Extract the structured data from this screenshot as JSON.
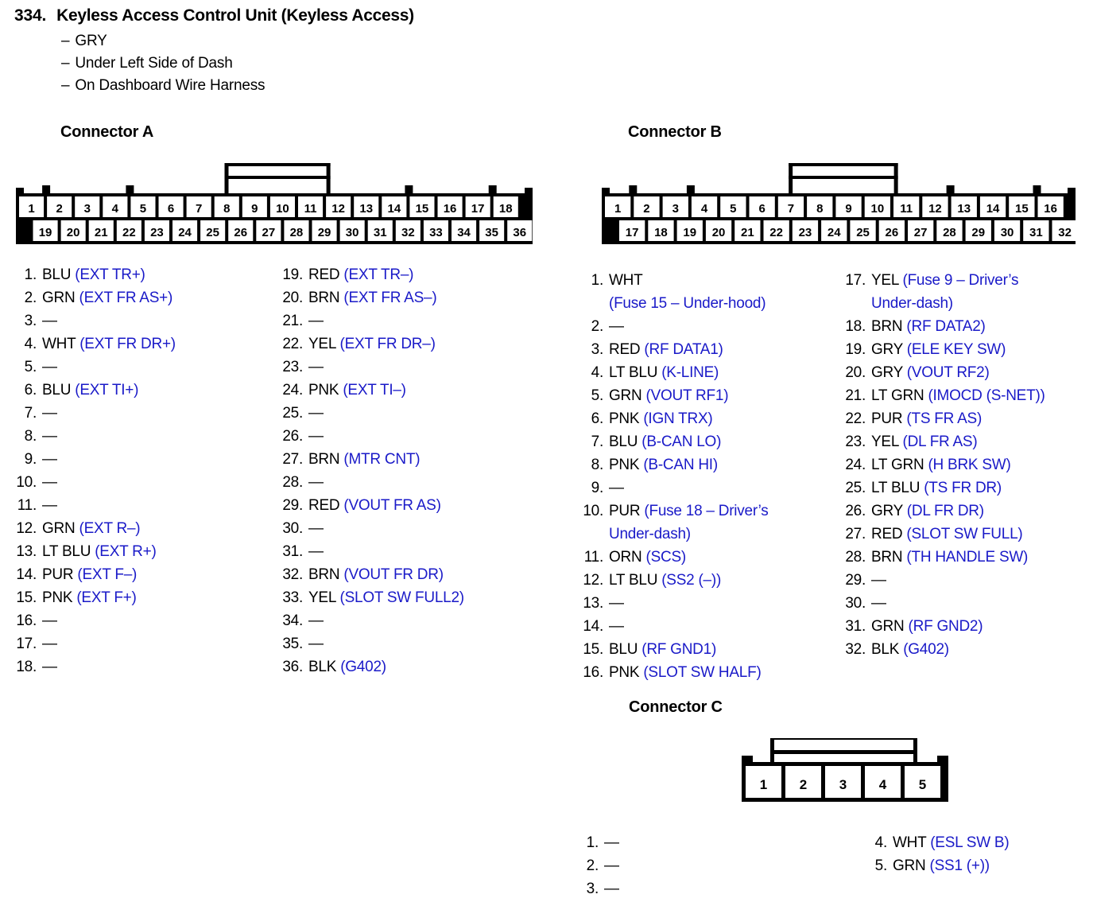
{
  "header": {
    "number": "334.",
    "title": "Keyless Access Control Unit (Keyless Access)",
    "bullets": [
      "GRY",
      "Under Left Side of Dash",
      "On Dashboard Wire Harness"
    ],
    "dash": "–"
  },
  "connectors": {
    "a": {
      "heading": "Connector A",
      "top_pins": [
        "1",
        "2",
        "3",
        "4",
        "5",
        "6",
        "7",
        "8",
        "9",
        "10",
        "11",
        "12",
        "13",
        "14",
        "15",
        "16",
        "17",
        "18"
      ],
      "bottom_pins": [
        "19",
        "20",
        "21",
        "22",
        "23",
        "24",
        "25",
        "26",
        "27",
        "28",
        "29",
        "30",
        "31",
        "32",
        "33",
        "34",
        "35",
        "36"
      ],
      "pins_left": [
        {
          "n": "1.",
          "wire": "BLU",
          "sig": "(EXT TR+)"
        },
        {
          "n": "2.",
          "wire": "GRN",
          "sig": "(EXT FR AS+)"
        },
        {
          "n": "3.",
          "wire": "—",
          "sig": ""
        },
        {
          "n": "4.",
          "wire": "WHT",
          "sig": "(EXT FR DR+)"
        },
        {
          "n": "5.",
          "wire": "—",
          "sig": ""
        },
        {
          "n": "6.",
          "wire": "BLU",
          "sig": "(EXT TI+)"
        },
        {
          "n": "7.",
          "wire": "—",
          "sig": ""
        },
        {
          "n": "8.",
          "wire": "—",
          "sig": ""
        },
        {
          "n": "9.",
          "wire": "—",
          "sig": ""
        },
        {
          "n": "10.",
          "wire": "—",
          "sig": ""
        },
        {
          "n": "11.",
          "wire": "—",
          "sig": ""
        },
        {
          "n": "12.",
          "wire": "GRN",
          "sig": "(EXT R–)"
        },
        {
          "n": "13.",
          "wire": "LT BLU",
          "sig": "(EXT R+)"
        },
        {
          "n": "14.",
          "wire": "PUR",
          "sig": "(EXT F–)"
        },
        {
          "n": "15.",
          "wire": "PNK",
          "sig": "(EXT F+)"
        },
        {
          "n": "16.",
          "wire": "—",
          "sig": ""
        },
        {
          "n": "17.",
          "wire": "—",
          "sig": ""
        },
        {
          "n": "18.",
          "wire": "—",
          "sig": ""
        }
      ],
      "pins_right": [
        {
          "n": "19.",
          "wire": "RED",
          "sig": "(EXT TR–)"
        },
        {
          "n": "20.",
          "wire": "BRN",
          "sig": "(EXT FR AS–)"
        },
        {
          "n": "21.",
          "wire": "—",
          "sig": ""
        },
        {
          "n": "22.",
          "wire": "YEL",
          "sig": "(EXT FR DR–)"
        },
        {
          "n": "23.",
          "wire": "—",
          "sig": ""
        },
        {
          "n": "24.",
          "wire": "PNK",
          "sig": "(EXT TI–)"
        },
        {
          "n": "25.",
          "wire": "—",
          "sig": ""
        },
        {
          "n": "26.",
          "wire": "—",
          "sig": ""
        },
        {
          "n": "27.",
          "wire": "BRN",
          "sig": "(MTR CNT)"
        },
        {
          "n": "28.",
          "wire": "—",
          "sig": ""
        },
        {
          "n": "29.",
          "wire": "RED",
          "sig": "(VOUT FR AS)"
        },
        {
          "n": "30.",
          "wire": "—",
          "sig": ""
        },
        {
          "n": "31.",
          "wire": "—",
          "sig": ""
        },
        {
          "n": "32.",
          "wire": "BRN",
          "sig": "(VOUT FR DR)"
        },
        {
          "n": "33.",
          "wire": "YEL",
          "sig": "(SLOT SW FULL2)"
        },
        {
          "n": "34.",
          "wire": "—",
          "sig": ""
        },
        {
          "n": "35.",
          "wire": "—",
          "sig": ""
        },
        {
          "n": "36.",
          "wire": "BLK",
          "sig": "(G402)"
        }
      ]
    },
    "b": {
      "heading": "Connector B",
      "top_pins": [
        "1",
        "2",
        "3",
        "4",
        "5",
        "6",
        "7",
        "8",
        "9",
        "10",
        "11",
        "12",
        "13",
        "14",
        "15",
        "16"
      ],
      "bottom_pins": [
        "17",
        "18",
        "19",
        "20",
        "21",
        "22",
        "23",
        "24",
        "25",
        "26",
        "27",
        "28",
        "29",
        "30",
        "31",
        "32"
      ],
      "pins_left": [
        {
          "n": "1.",
          "wire": "WHT",
          "sig": "",
          "cont": "(Fuse 15 – Under-hood)"
        },
        {
          "n": "2.",
          "wire": "—",
          "sig": ""
        },
        {
          "n": "3.",
          "wire": "RED",
          "sig": "(RF DATA1)"
        },
        {
          "n": "4.",
          "wire": "LT BLU",
          "sig": "(K-LINE)"
        },
        {
          "n": "5.",
          "wire": "GRN",
          "sig": "(VOUT RF1)"
        },
        {
          "n": "6.",
          "wire": "PNK",
          "sig": "(IGN TRX)"
        },
        {
          "n": "7.",
          "wire": "BLU",
          "sig": "(B-CAN LO)"
        },
        {
          "n": "8.",
          "wire": "PNK",
          "sig": "(B-CAN HI)"
        },
        {
          "n": "9.",
          "wire": "—",
          "sig": ""
        },
        {
          "n": "10.",
          "wire": "PUR",
          "sig": "(Fuse 18 – Driver’s",
          "cont": "Under-dash)"
        },
        {
          "n": "11.",
          "wire": "ORN",
          "sig": "(SCS)"
        },
        {
          "n": "12.",
          "wire": "LT BLU",
          "sig": "(SS2 (–))"
        },
        {
          "n": "13.",
          "wire": "—",
          "sig": ""
        },
        {
          "n": "14.",
          "wire": "—",
          "sig": ""
        },
        {
          "n": "15.",
          "wire": "BLU",
          "sig": "(RF GND1)"
        },
        {
          "n": "16.",
          "wire": "PNK",
          "sig": "(SLOT SW HALF)"
        }
      ],
      "pins_right": [
        {
          "n": "17.",
          "wire": "YEL",
          "sig": "(Fuse 9 – Driver’s",
          "cont": "Under-dash)"
        },
        {
          "n": "18.",
          "wire": "BRN",
          "sig": "(RF DATA2)"
        },
        {
          "n": "19.",
          "wire": "GRY",
          "sig": "(ELE KEY SW)"
        },
        {
          "n": "20.",
          "wire": "GRY",
          "sig": "(VOUT RF2)"
        },
        {
          "n": "21.",
          "wire": "LT GRN",
          "sig": "(IMOCD (S-NET))"
        },
        {
          "n": "22.",
          "wire": "PUR",
          "sig": "(TS FR AS)"
        },
        {
          "n": "23.",
          "wire": "YEL",
          "sig": "(DL FR AS)"
        },
        {
          "n": "24.",
          "wire": "LT GRN",
          "sig": "(H BRK SW)"
        },
        {
          "n": "25.",
          "wire": "LT BLU",
          "sig": "(TS FR DR)"
        },
        {
          "n": "26.",
          "wire": "GRY",
          "sig": "(DL FR DR)"
        },
        {
          "n": "27.",
          "wire": "RED",
          "sig": "(SLOT SW FULL)"
        },
        {
          "n": "28.",
          "wire": "BRN",
          "sig": "(TH HANDLE SW)"
        },
        {
          "n": "29.",
          "wire": "—",
          "sig": ""
        },
        {
          "n": "30.",
          "wire": "—",
          "sig": ""
        },
        {
          "n": "31.",
          "wire": "GRN",
          "sig": "(RF GND2)"
        },
        {
          "n": "32.",
          "wire": "BLK",
          "sig": "(G402)"
        }
      ]
    },
    "c": {
      "heading": "Connector C",
      "top_pins": [
        "1",
        "2",
        "3",
        "4",
        "5"
      ],
      "pins_left": [
        {
          "n": "1.",
          "wire": "—",
          "sig": ""
        },
        {
          "n": "2.",
          "wire": "—",
          "sig": ""
        },
        {
          "n": "3.",
          "wire": "—",
          "sig": ""
        }
      ],
      "pins_right": [
        {
          "n": "4.",
          "wire": "WHT",
          "sig": "(ESL SW B)"
        },
        {
          "n": "5.",
          "wire": "GRN",
          "sig": "(SS1 (+))"
        }
      ]
    }
  },
  "colors": {
    "signal_blue": "#1a1ac8",
    "text_black": "#000000",
    "background": "#ffffff"
  }
}
